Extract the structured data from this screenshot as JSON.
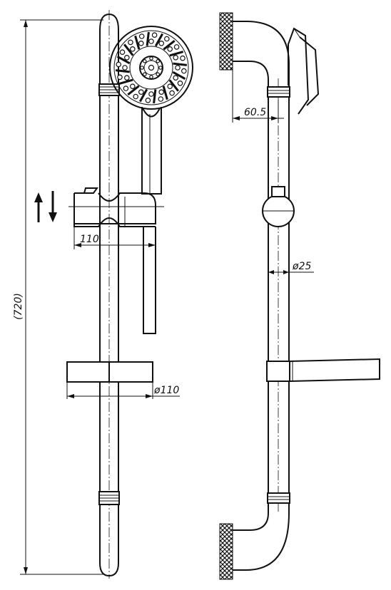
{
  "dimensions": {
    "total_height": "(720)",
    "holder_offset": "110",
    "soap_dish_diameter": "ø110",
    "wall_offset": "60.5",
    "rail_diameter": "ø25"
  },
  "icons": {
    "slide_arrows": "up-down-arrows-icon",
    "shower_head": "shower-head-icon",
    "wall_knurl": "wall-hatch-icon"
  }
}
